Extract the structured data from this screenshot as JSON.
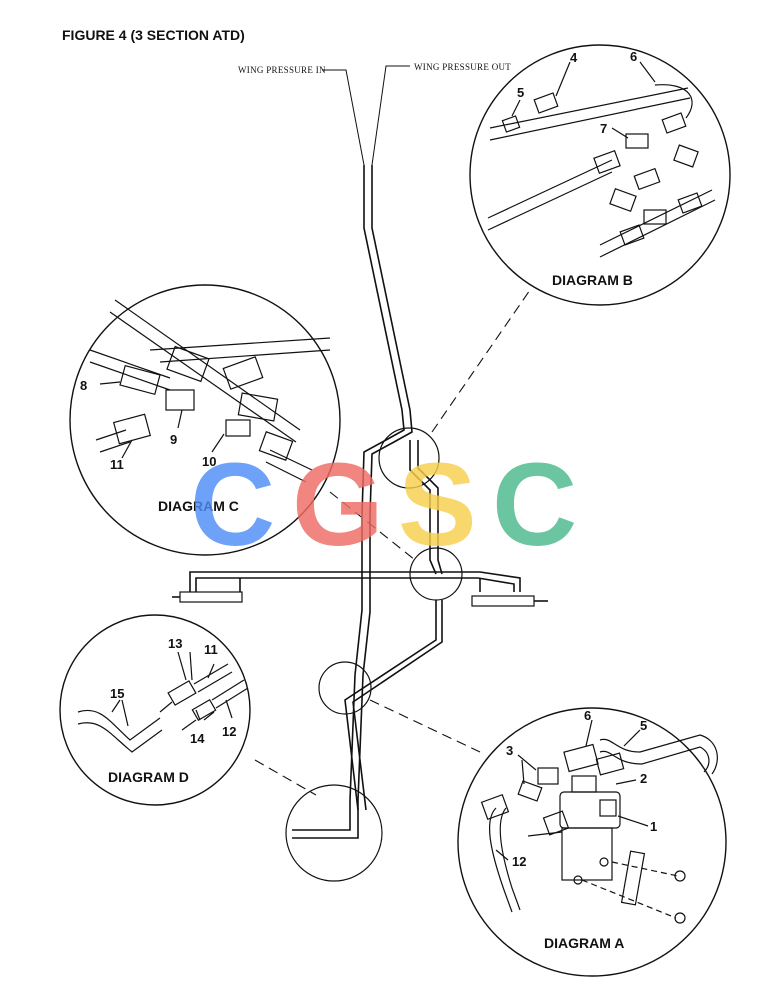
{
  "title": "FIGURE 4  (3 SECTION ATD)",
  "labels": {
    "wing_in": "WING PRESSURE IN",
    "wing_out": "WING PRESSURE OUT"
  },
  "diagrams": {
    "a": "DIAGRAM A",
    "b": "DIAGRAM B",
    "c": "DIAGRAM C",
    "d": "DIAGRAM D"
  },
  "parts": {
    "p1": "1",
    "p2": "2",
    "p3": "3",
    "p4": "4",
    "p5a": "5",
    "p6a": "6",
    "p5b": "5",
    "p6b": "6",
    "p7": "7",
    "p8": "8",
    "p9": "9",
    "p10": "10",
    "p11a": "11",
    "p11b": "11",
    "p12a": "12",
    "p12b": "12",
    "p13": "13",
    "p14": "14",
    "p15": "15"
  },
  "watermark": {
    "letters": [
      "C",
      "G",
      "S",
      "C"
    ],
    "colors": [
      "#4f8ef7",
      "#ee6b63",
      "#f7cf4d",
      "#4cb98d"
    ]
  }
}
